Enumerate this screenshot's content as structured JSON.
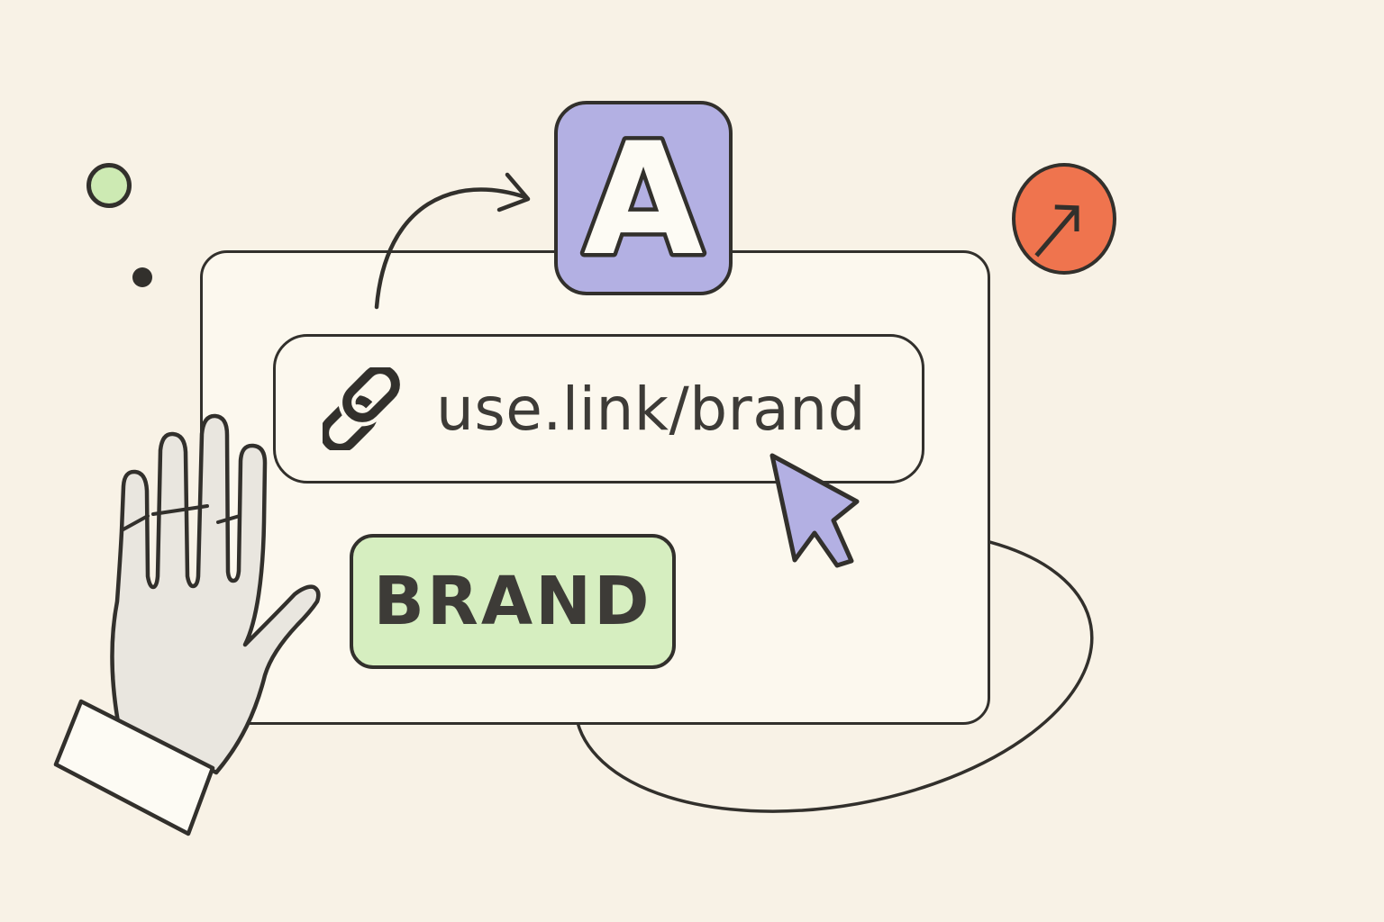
{
  "theme": {
    "bg": "#f8f2e6",
    "surface": "#fcf8ee",
    "ink": "#32302c",
    "text": "#3d3b37",
    "purple": "#b3b0e3",
    "green": "#d6eec0",
    "green-dot": "#cdeab3",
    "orange": "#ef744e",
    "hand": "#e9e6df",
    "cuff": "#fdfbf4"
  },
  "browser_card": {
    "url": "use.link/brand",
    "button_label": "BRAND"
  },
  "app_icon": {
    "letter": "A"
  },
  "icons": {
    "link": "chain-link-icon",
    "cursor": "mouse-cursor-icon",
    "external": "arrow-up-right-icon",
    "curved": "curved-arrow-icon"
  }
}
